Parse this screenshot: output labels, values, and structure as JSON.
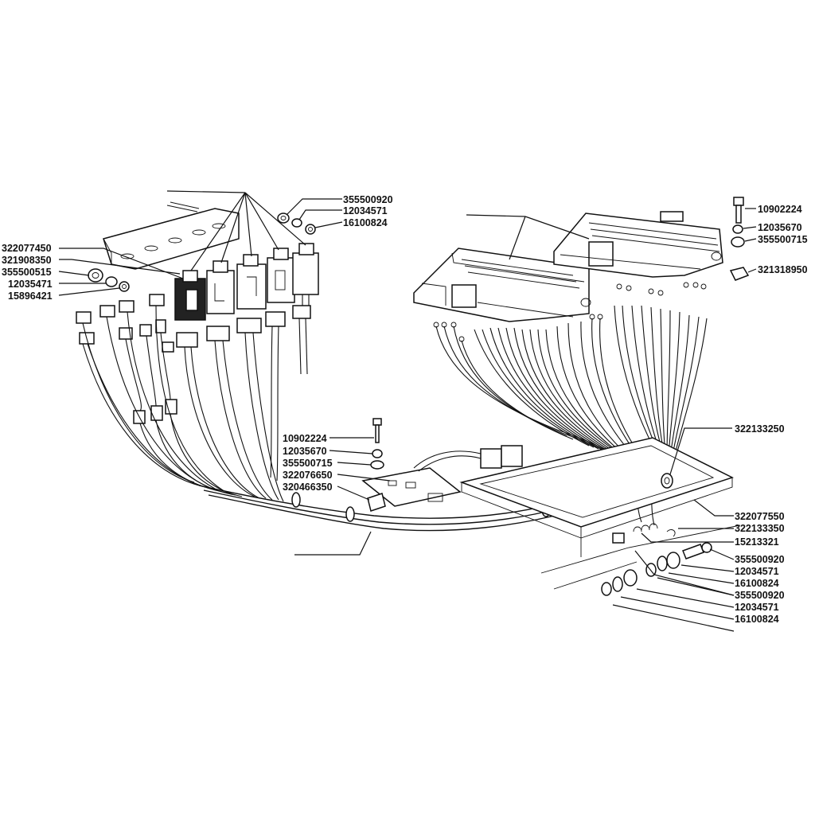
{
  "labels": {
    "relay_bracket": "322077450",
    "relay_small": "321908350",
    "washer_left": "355500515",
    "lock_washer_left": "12035471",
    "nut_left": "15896421",
    "washer_top_a": "355500920",
    "lock_washer_top_a": "12034571",
    "nut_top_a": "16100824",
    "screw_top_right": "10902224",
    "lock_washer_top_right": "12035670",
    "washer_top_right": "355500715",
    "clip_top_right": "321318950",
    "screw_mid": "10902224",
    "lock_washer_mid": "12035670",
    "washer_mid": "355500715",
    "plate_mid": "322076650",
    "clamp_mid": "320466350",
    "grommet": "322133250",
    "fuse_frame": "322077550",
    "clip_small": "322133350",
    "screw_bottom": "15213321",
    "washer_b1": "355500920",
    "lock_washer_b1": "12034571",
    "nut_b1": "16100824",
    "washer_b2": "355500920",
    "lock_washer_b2": "12034571",
    "nut_b2": "16100824"
  }
}
